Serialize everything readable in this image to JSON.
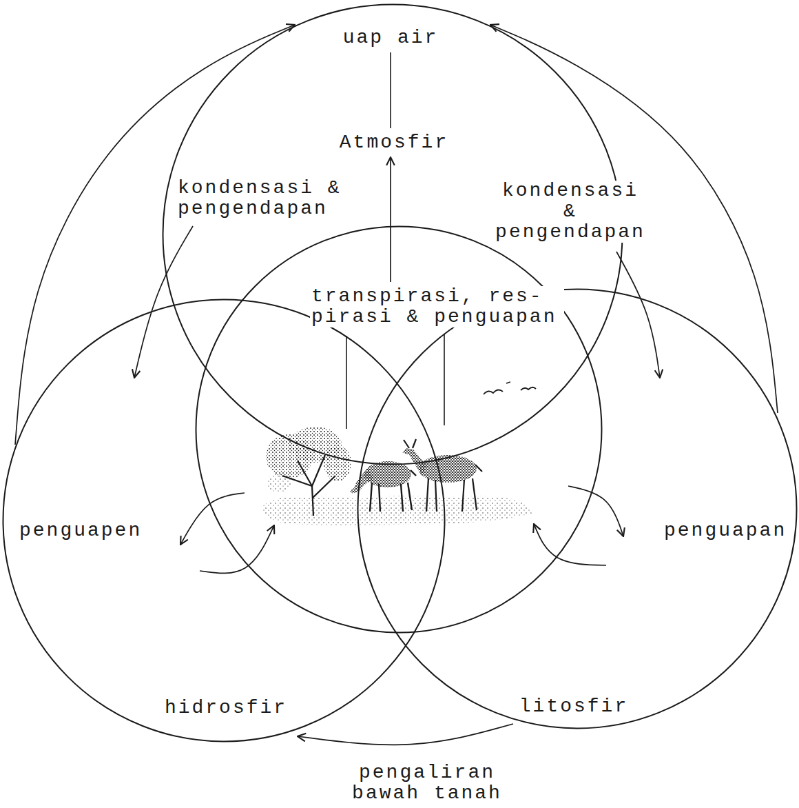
{
  "diagram": {
    "nodes": [
      {
        "text": [
          "uap air",
          "Atmosfir"
        ]
      },
      {
        "text": [
          "transpirasi, res- pirasi & penguapan"
        ]
      },
      {
        "text": [
          "hidrosfir"
        ]
      },
      {
        "text": [
          "litosfir"
        ]
      }
    ],
    "edges": [
      {
        "from": 1,
        "to": 0,
        "arrow": "to"
      },
      {
        "from": 0,
        "to": 2,
        "label": "kondensasi & pengendapan",
        "arrow": "to"
      },
      {
        "from": 0,
        "to": 3,
        "label": "kondensasi & pengendapan",
        "arrow": "to"
      },
      {
        "from": 2,
        "to": 0,
        "label": "penguapen",
        "arrow": "to"
      },
      {
        "from": 3,
        "to": 0,
        "label": "penguapan",
        "arrow": "to"
      },
      {
        "from": 1,
        "to": 2,
        "arrow": "to"
      },
      {
        "from": 2,
        "to": 1,
        "arrow": "to"
      },
      {
        "from": 1,
        "to": 3,
        "arrow": "to"
      },
      {
        "from": 3,
        "to": 1,
        "arrow": "to"
      },
      {
        "from": 3,
        "to": 2,
        "label": "pengaliran bawah tanah",
        "arrow": "to"
      }
    ]
  }
}
